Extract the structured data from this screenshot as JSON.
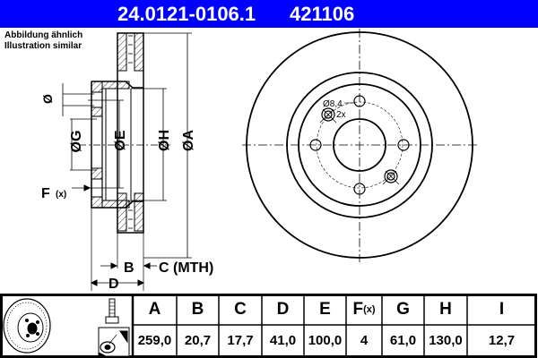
{
  "header": {
    "part_number": "24.0121-0106.1",
    "alt_number": "421106",
    "background_color": "#0000ff"
  },
  "note": {
    "line1": "Abbildung ähnlich",
    "line2": "Illustration similar"
  },
  "drawing": {
    "side_view_labels": {
      "phi": "Ø",
      "G": "ØG",
      "E": "ØE",
      "H": "ØH",
      "A": "ØA",
      "F": "F",
      "F_sub": "(x)",
      "B": "B",
      "C": "C (MTH)",
      "D": "D"
    },
    "front_view_labels": {
      "hole_diameter": "Ø8,4",
      "hole_count": "2x"
    }
  },
  "table": {
    "columns": [
      {
        "key": "A",
        "label": "A",
        "value": "259,0"
      },
      {
        "key": "B",
        "label": "B",
        "value": "20,7"
      },
      {
        "key": "C",
        "label": "C",
        "value": "17,7"
      },
      {
        "key": "D",
        "label": "D",
        "value": "41,0"
      },
      {
        "key": "E",
        "label": "E",
        "value": "100,0"
      },
      {
        "key": "F",
        "label": "F",
        "label_sub": "(x)",
        "value": "4"
      },
      {
        "key": "G",
        "label": "G",
        "value": "61,0"
      },
      {
        "key": "H",
        "label": "H",
        "value": "130,0"
      },
      {
        "key": "I",
        "label": "I",
        "value": "12,7"
      }
    ]
  }
}
